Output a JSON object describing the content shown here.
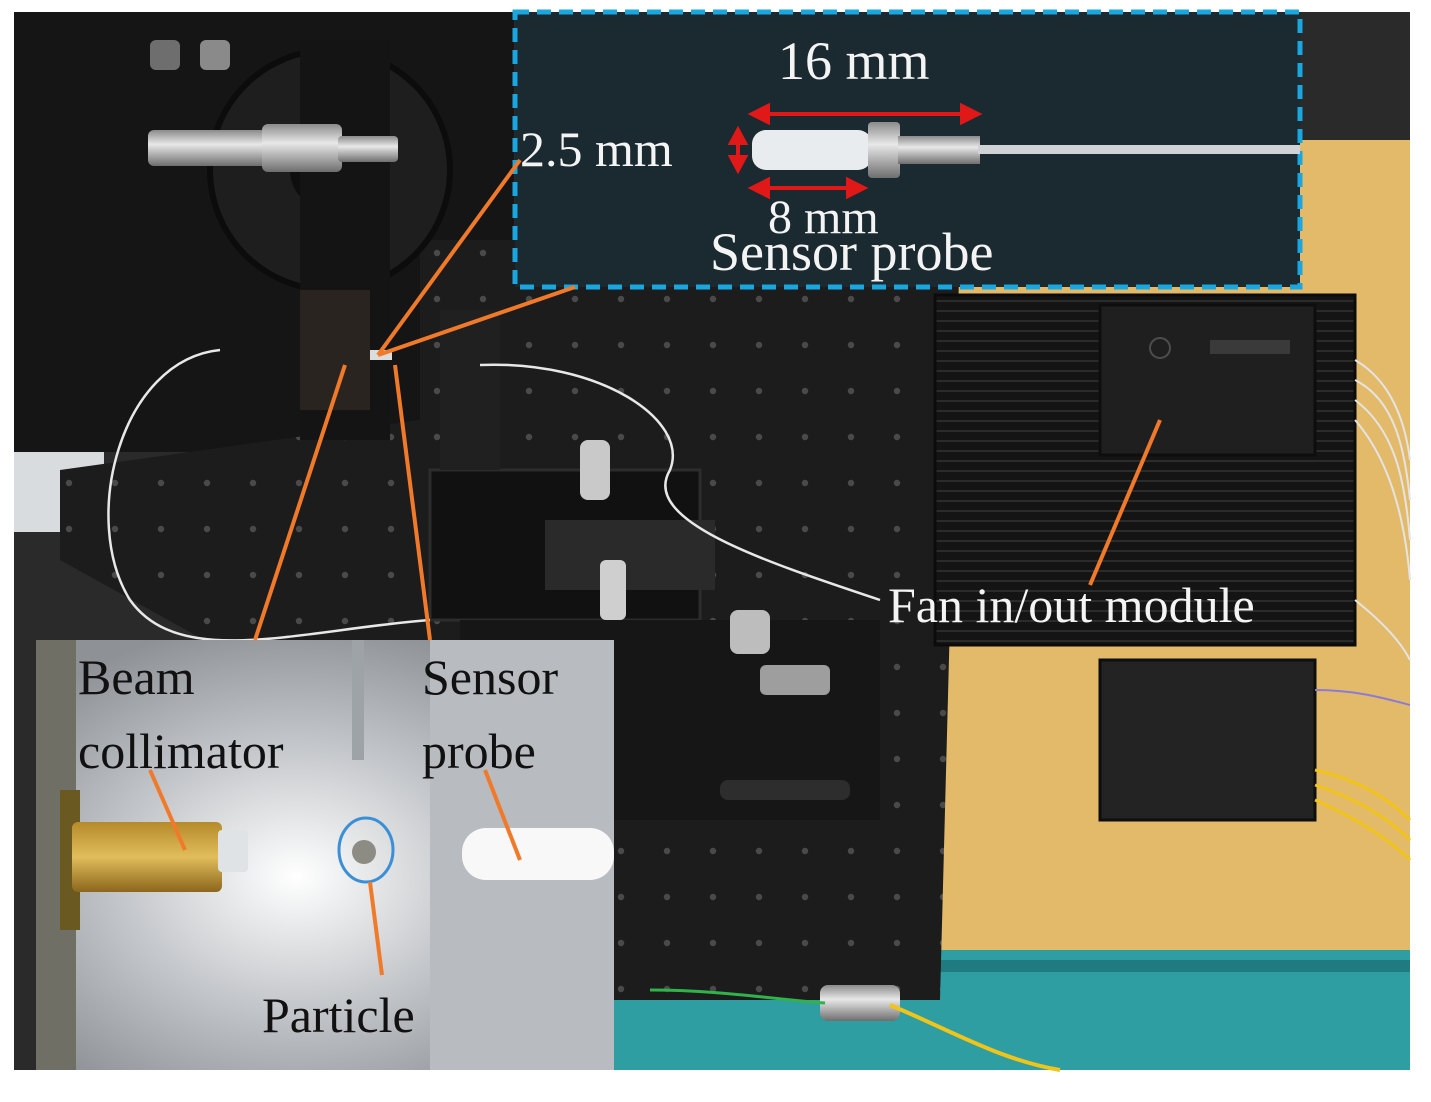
{
  "top_inset": {
    "length_label": "16 mm",
    "diameter_label": "2.5 mm",
    "tip_length_label": "8 mm",
    "title": "Sensor probe"
  },
  "main_labels": {
    "fan_module": "Fan in/out module"
  },
  "bottom_inset": {
    "collimator_label_line1": "Beam",
    "collimator_label_line2": "collimator",
    "probe_label_line1": "Sensor",
    "probe_label_line2": "probe",
    "particle_label": "Particle"
  },
  "colors": {
    "inset_frame": "#1aa7e0",
    "dimension_arrow": "#e01818",
    "callout_line": "#f07a2a",
    "particle_circle": "#3a8fd6",
    "table_black": "#1b1b1b",
    "backdrop_yellow": "#e2ba6a",
    "floor_teal": "#2f9ea3"
  }
}
